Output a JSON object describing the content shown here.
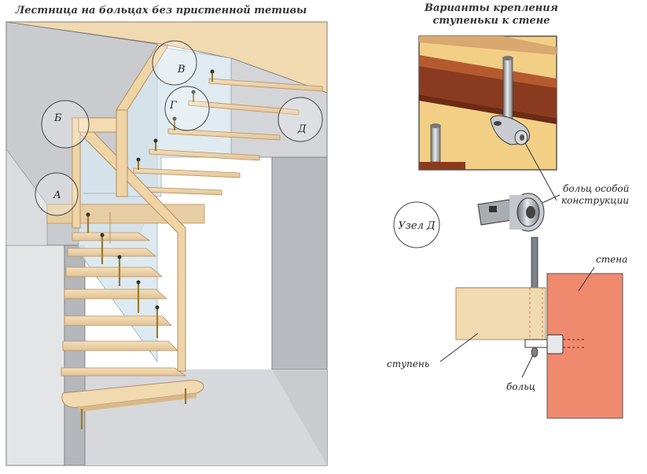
{
  "left_title": "Лестница на больцах без пристенной тетивы",
  "right_title_line1": "Варианты крепления",
  "right_title_line2": "ступеньки к стене",
  "callouts": {
    "a": "А",
    "b": "Б",
    "v": "В",
    "g": "Г",
    "d": "Д"
  },
  "node_label": "Узел Д",
  "labels": {
    "special_bolt_line1": "больц особой",
    "special_bolt_line2": "конструкции",
    "wall": "стена",
    "step": "ступень",
    "bolt": "больц"
  },
  "colors": {
    "wood": "#f1d9b0",
    "wood_edge": "#c9a070",
    "wall_grey": "#c9cbcf",
    "glass": "#d8e6ee",
    "wall_salmon": "#f08a6e",
    "dark_wood": "#8a3a1e"
  }
}
